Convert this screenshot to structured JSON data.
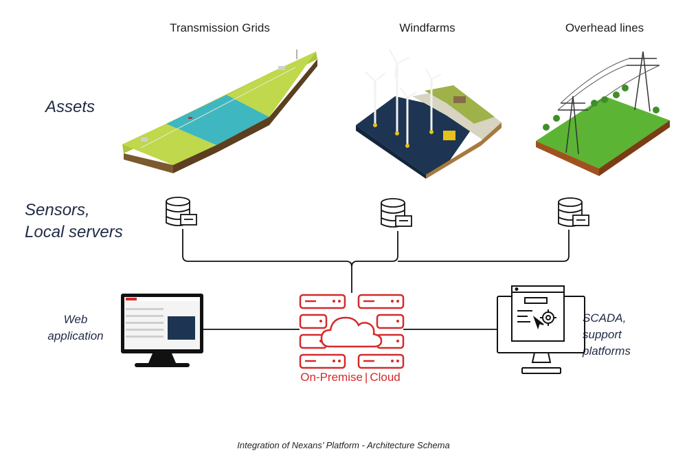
{
  "columns": {
    "transmission": "Transmission Grids",
    "windfarms": "Windfarms",
    "overhead": "Overhead lines"
  },
  "rows": {
    "assets": "Assets",
    "sensors_line1": "Sensors,",
    "sensors_line2": "Local servers"
  },
  "endpoints": {
    "web_line1": "Web",
    "web_line2": "application",
    "scada_line1": "SCADA,",
    "scada_line2": "support",
    "scada_line3": "platforms"
  },
  "hub": {
    "label_left": "On-Premise",
    "separator": "|",
    "label_right": "Cloud"
  },
  "caption": "Integration of Nexans’ Platform - Architecture Schema",
  "colors": {
    "accent_red": "#d42a2a",
    "line": "#111111",
    "label_navy": "#1f2a44",
    "grass": "#b9d44a",
    "water": "#3fb7c0",
    "sea_dark": "#1d3552",
    "field_green": "#5cb435"
  }
}
